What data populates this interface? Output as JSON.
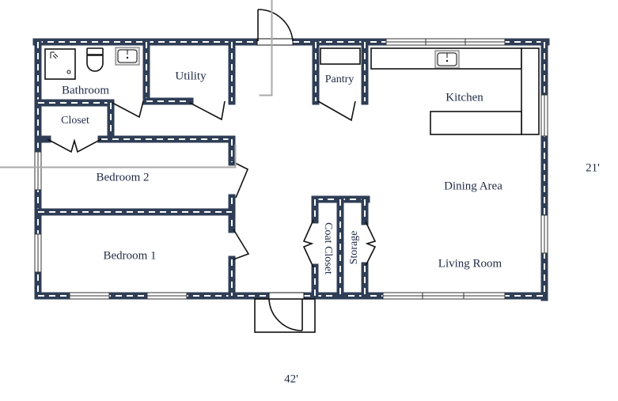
{
  "plan": {
    "wall_color": "#2f3e56",
    "wall_dash_color": "#ffffff",
    "fixture_stroke": "#111111",
    "dimension_color": "#aaaaaa",
    "text_color": "#1f2a44"
  },
  "rooms": {
    "bathroom": "Bathroom",
    "utility": "Utility",
    "closet": "Closet",
    "pantry": "Pantry",
    "kitchen": "Kitchen",
    "bedroom2": "Bedroom 2",
    "bedroom1": "Bedroom 1",
    "dining": "Dining Area",
    "living": "Living Room",
    "coat_closet": "Coat Closet",
    "storage": "Storage"
  },
  "dimensions": {
    "width": "42'",
    "height": "21'"
  },
  "fixtures": [
    "shower-icon",
    "toilet-icon",
    "bathroom-sink-icon",
    "kitchen-sink-icon",
    "pantry-shelf",
    "kitchen-counter",
    "kitchen-island"
  ]
}
